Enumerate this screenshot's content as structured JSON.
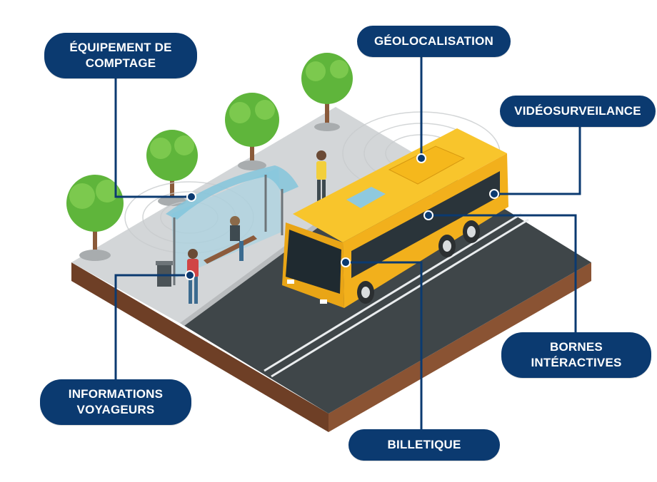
{
  "labels": {
    "equipement_comptage": "ÉQUIPEMENT DE\nCOMPTAGE",
    "geolocalisation": "GÉOLOCALISATION",
    "videosurveillance": "VIDÉOSURVEILANCE",
    "bornes_interactives": "BORNES\nINTÉRACTIVES",
    "informations_voyageurs": "INFORMATIONS\nVOYAGEURS",
    "billetique": "BILLETIQUE"
  },
  "colors": {
    "label_bg": "#0b3a70",
    "connector": "#0b3a70",
    "bus_yellow": "#f5b81c",
    "road": "#3d4547",
    "sidewalk": "#cfd2d4",
    "soil": "#7b4a2e",
    "tree_green": "#5fb53b"
  }
}
